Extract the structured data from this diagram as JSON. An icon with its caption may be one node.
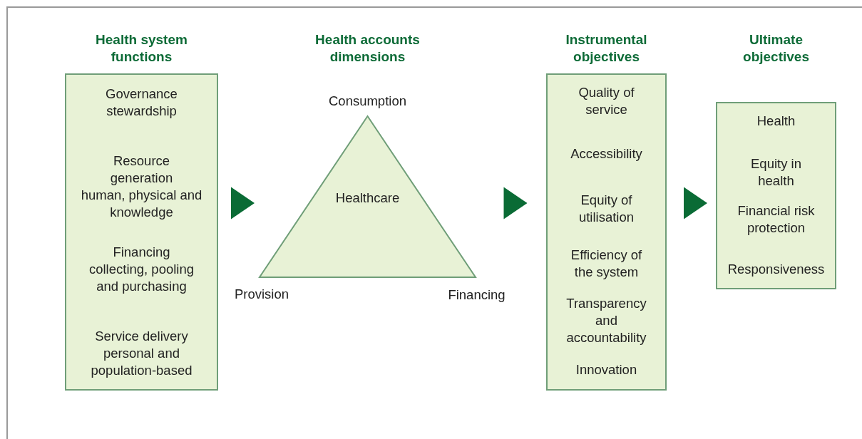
{
  "diagram": {
    "nodes": [
      {
        "text": [
          "Health system functions",
          "Governance",
          "stewardship",
          "Resource generation",
          "human, physical and knowledge",
          "Financing",
          "collecting, pooling and purchasing",
          "Service delivery",
          "personal and population-based"
        ]
      },
      {
        "text": [
          "Health accounts dimensions",
          "Healthcare"
        ],
        "beside": [
          "Consumption",
          "Provision",
          "Financing"
        ]
      },
      {
        "text": [
          "Instrumental objectives",
          "Quality of service",
          "Accessibility",
          "Equity of utilisation",
          "Efficiency of the system",
          "Transparency and accountability",
          "Innovation"
        ]
      },
      {
        "text": [
          "Ultimate objectives",
          "Health",
          "Equity in health",
          "Financial risk protection",
          "Responsiveness"
        ]
      }
    ],
    "edges": [
      {
        "from": 0,
        "to": 1,
        "arrow": "to"
      },
      {
        "from": 1,
        "to": 2,
        "arrow": "to"
      },
      {
        "from": 2,
        "to": 3,
        "arrow": "to"
      }
    ]
  }
}
